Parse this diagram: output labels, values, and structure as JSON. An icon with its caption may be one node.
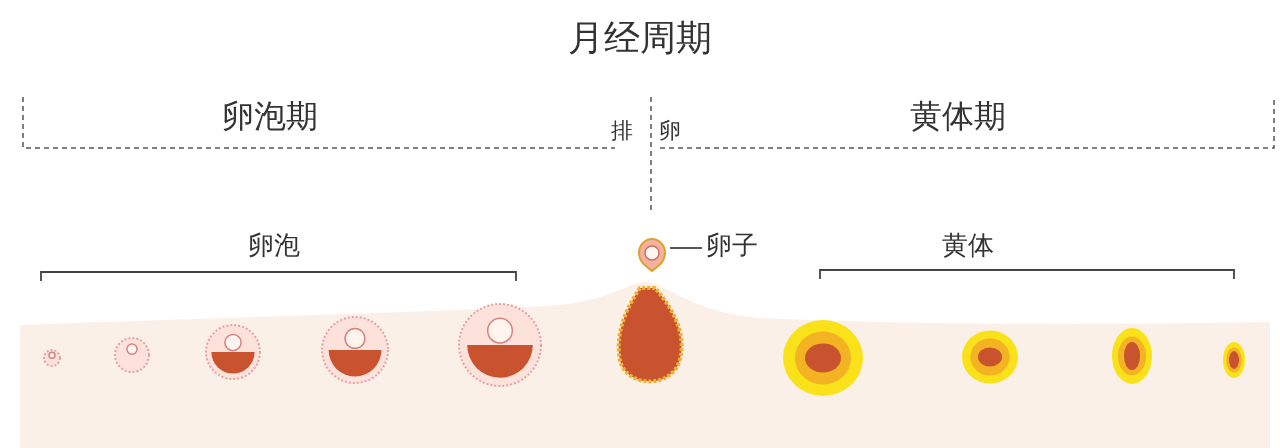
{
  "diagram": {
    "title": "月经周期",
    "nodes": [
      {
        "text": [],
        "shape": "picture"
      },
      {
        "text": [
          "卵子"
        ]
      }
    ],
    "edges": [
      {
        "from": 1,
        "to": 0,
        "arrow": "none"
      }
    ],
    "labels": [
      "卵泡期",
      "排",
      "卵",
      "黄体期",
      "卵泡",
      "黄体"
    ]
  }
}
